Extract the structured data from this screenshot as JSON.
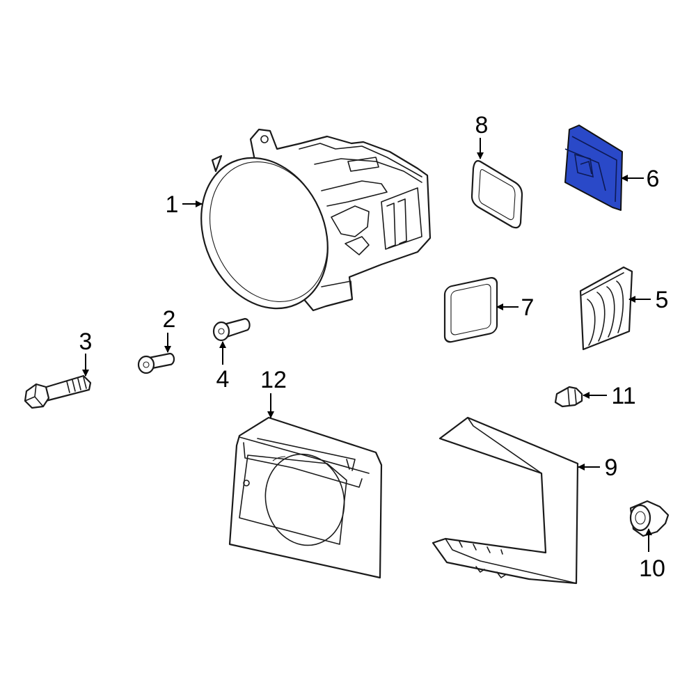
{
  "diagram": {
    "highlight_color": "#2a49c8",
    "callouts": [
      "1",
      "2",
      "3",
      "4",
      "5",
      "6",
      "7",
      "8",
      "9",
      "10",
      "11",
      "12"
    ]
  }
}
